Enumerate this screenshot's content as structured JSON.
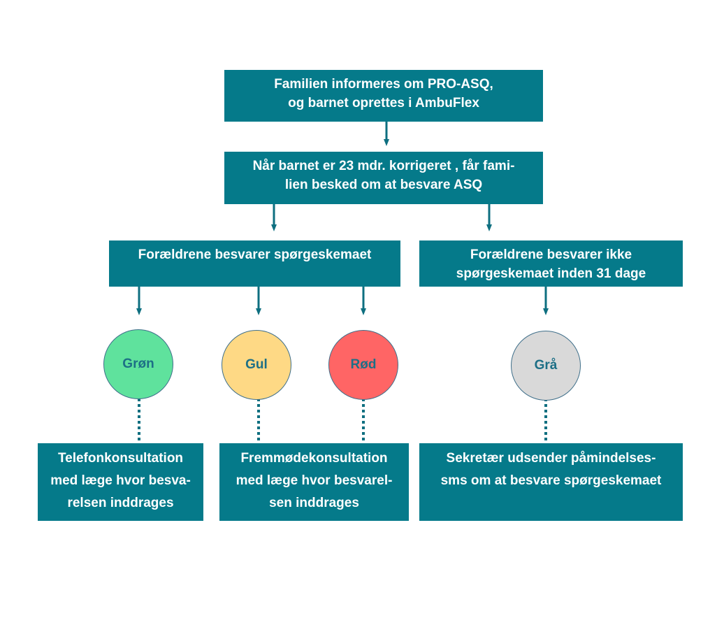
{
  "colors": {
    "box": "#057a8a",
    "arrow": "#0e6f80",
    "green": "#5fe29d",
    "yellow": "#fed985",
    "red": "#ff6565",
    "gray": "#d9d9d9"
  },
  "steps": {
    "inform": {
      "lines": [
        "Familien informeres om PRO-ASQ,",
        "og barnet oprettes i AmbuFlex"
      ]
    },
    "notify": {
      "lines": [
        "Når barnet er 23 mdr. korrigeret , får fami-",
        "lien besked om at besvare ASQ"
      ]
    },
    "answered": {
      "lines": [
        "Forældrene besvarer spørgeskemaet"
      ]
    },
    "not_answered": {
      "lines": [
        "Forældrene besvarer ikke",
        "spørgeskemaet inden 31 dage"
      ]
    }
  },
  "outcomes": {
    "green": "Grøn",
    "yellow": "Gul",
    "red": "Rød",
    "gray": "Grå"
  },
  "actions": {
    "phone": {
      "lines": [
        "Telefonkonsultation",
        "med læge hvor besva-",
        "relsen inddrages"
      ]
    },
    "attend": {
      "lines": [
        "Fremmødekonsultation",
        "med læge hvor besvarel-",
        "sen inddrages"
      ]
    },
    "reminder": {
      "lines": [
        "Sekretær udsender påmindelses-",
        "sms om at besvare spørgeskemaet"
      ]
    }
  }
}
